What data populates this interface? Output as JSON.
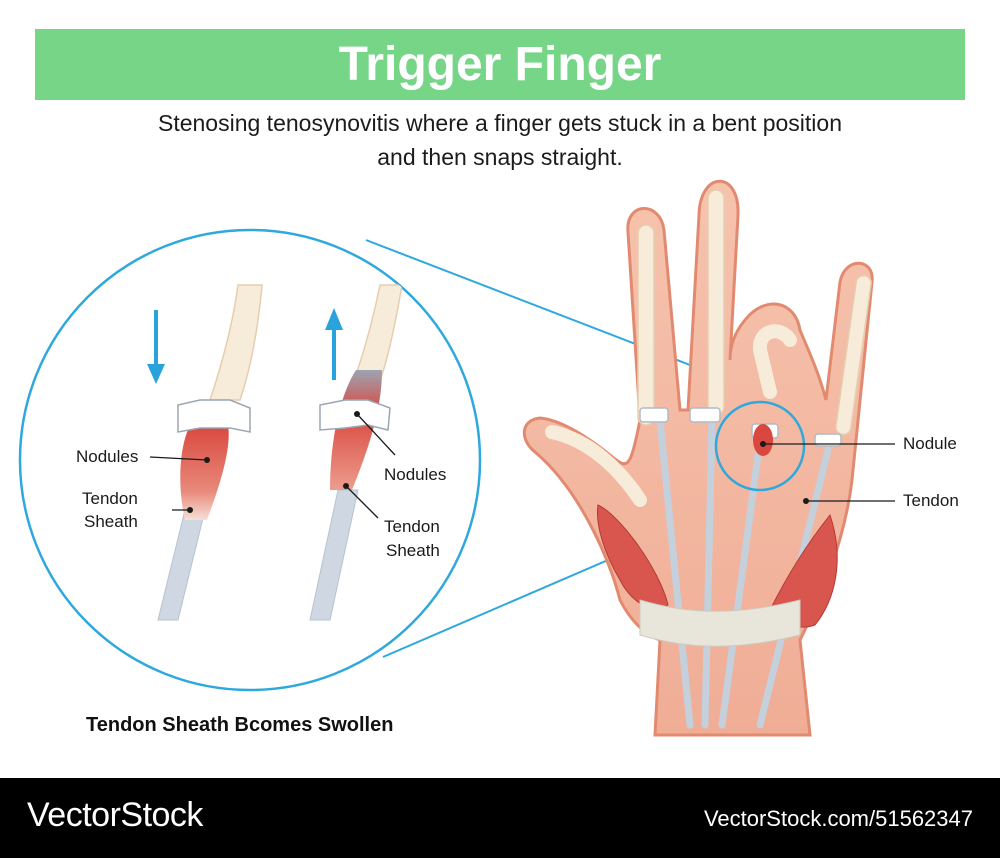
{
  "header": {
    "title": "Trigger Finger",
    "subtitle_line1": "Stenosing tenosynovitis where a finger gets stuck in a bent position",
    "subtitle_line2": "and then snaps straight."
  },
  "zoom_labels": {
    "left_nodules": "Nodules",
    "left_sheath_1": "Tendon",
    "left_sheath_2": "Sheath",
    "right_nodules": "Nodules",
    "right_sheath_1": "Tendon",
    "right_sheath_2": "Sheath"
  },
  "hand_labels": {
    "nodule": "Nodule",
    "tendon": "Tendon"
  },
  "caption": "Tendon Sheath Bcomes Swollen",
  "footer": {
    "brand": "VectorStock",
    "stock_id": "VectorStock.com/51562347"
  },
  "colors": {
    "banner": "#77d587",
    "zoom_circle": "#2ea8dd",
    "arrow": "#2aa2dc",
    "skin": "#f4b9a3",
    "muscle": "#d9564f"
  },
  "icons": [
    "arrow-down-icon",
    "arrow-up-icon"
  ]
}
